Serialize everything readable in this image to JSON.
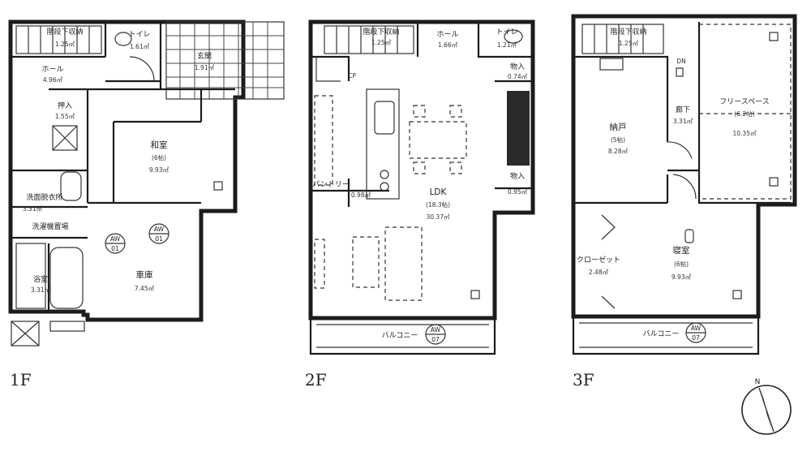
{
  "floors": [
    {
      "label": "1F"
    },
    {
      "label": "2F"
    },
    {
      "label": "3F"
    }
  ],
  "rooms_1f": {
    "hall": {
      "name": "ホール",
      "area": "4.96㎡"
    },
    "toilet": {
      "name": "トイレ",
      "area": "1.61㎡"
    },
    "stair_storage": {
      "name": "階段下収納",
      "area": "1.25㎡"
    },
    "entrance": {
      "name": "玄関",
      "area": "1.91㎡"
    },
    "closet": {
      "name": "押入",
      "area": "1.55㎡"
    },
    "japanese_room": {
      "name": "和室",
      "size": "(6帖)",
      "area": "9.93㎡"
    },
    "washroom": {
      "name": "洗面脱衣所",
      "area": "3.31㎡"
    },
    "laundry": {
      "name": "洗濯機置場"
    },
    "bath": {
      "name": "浴室",
      "area": "3.31㎡"
    },
    "garage": {
      "name": "車庫",
      "area": "7.45㎡"
    },
    "aw_1": {
      "top": "AW",
      "bottom": "01"
    },
    "aw_2": {
      "top": "AW",
      "bottom": "01"
    }
  },
  "rooms_2f": {
    "stair_storage": {
      "name": "階段下収納",
      "area": "1.25㎡"
    },
    "hall": {
      "name": "ホール",
      "area": "1.66㎡"
    },
    "toilet": {
      "name": "トイレ",
      "area": "1.21㎡"
    },
    "storage_1": {
      "name": "物入",
      "area": "0.74㎡"
    },
    "storage_2": {
      "name": "物入",
      "area": "0.95㎡"
    },
    "pantry": {
      "name": "パントリー",
      "area": "0.98㎡"
    },
    "ldk": {
      "name": "LDK",
      "size": "(18.3帖)",
      "area": "30.37㎡"
    },
    "cp": {
      "name": "CP"
    },
    "balcony": {
      "name": "バルコニー"
    },
    "aw": {
      "top": "AW",
      "bottom": "07"
    }
  },
  "rooms_3f": {
    "stair_storage": {
      "name": "階段下収納",
      "area": "1.25㎡"
    },
    "dn": {
      "name": "DN"
    },
    "nando": {
      "name": "納戸",
      "size": "(5帖)",
      "area": "8.28㎡"
    },
    "hallway": {
      "name": "廊下",
      "area": "3.31㎡"
    },
    "free_space": {
      "name": "フリースペース",
      "size": "(6.2帖)",
      "area": "10.35㎡"
    },
    "closet": {
      "name": "クローゼット",
      "area": "2.48㎡"
    },
    "bedroom": {
      "name": "寝室",
      "size": "(6帖)",
      "area": "9.93㎡"
    },
    "balcony": {
      "name": "バルコニー"
    },
    "aw": {
      "top": "AW",
      "bottom": "07"
    }
  },
  "compass": {
    "label": "N"
  }
}
